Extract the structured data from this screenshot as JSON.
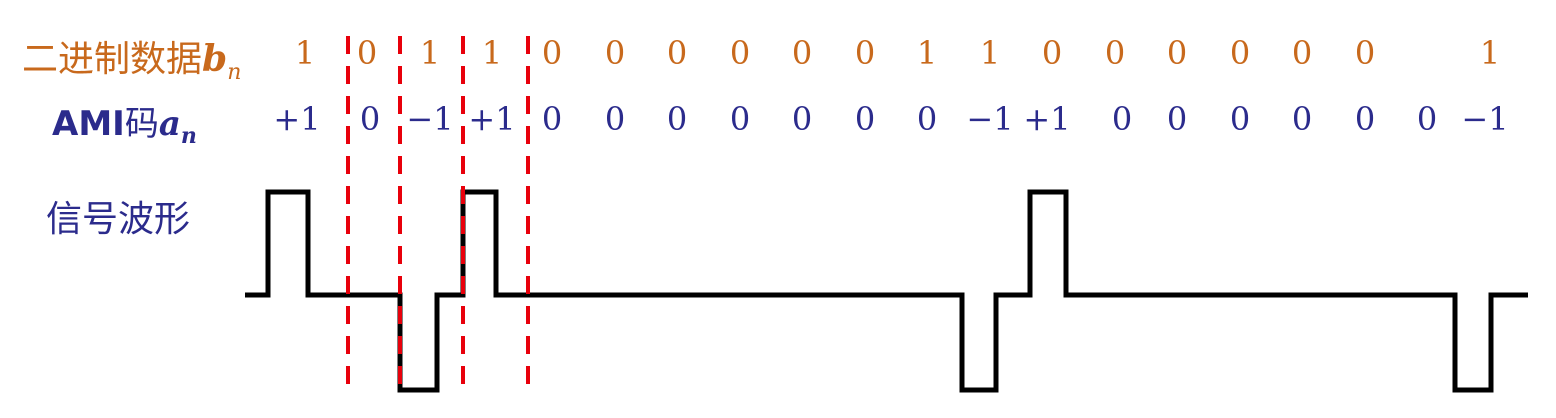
{
  "labels": {
    "binary_prefix": "二进制数据",
    "binary_var": "b",
    "binary_sub": "n",
    "ami_bold": "AMI",
    "ami_suffix": "码",
    "ami_var": "a",
    "ami_sub": "n",
    "signal": "信号波形"
  },
  "bits": [
    "1",
    "0",
    "1",
    "1",
    "0",
    "0",
    "0",
    "0",
    "0",
    "0",
    "1",
    "1",
    "0",
    "0",
    "0",
    "0",
    "0",
    "0",
    "1"
  ],
  "ami": [
    "+1",
    "0",
    "−1",
    "+1",
    "0",
    "0",
    "0",
    "0",
    "0",
    "0",
    "0",
    "−1",
    "+1",
    "0",
    "0",
    "0",
    "0",
    "0",
    "0",
    "−1"
  ],
  "waveform_levels": [
    1,
    0,
    -1,
    1,
    0,
    0,
    0,
    0,
    0,
    0,
    0,
    -1,
    1,
    0,
    0,
    0,
    0,
    0,
    0,
    -1
  ],
  "colors": {
    "binary": "#c8691c",
    "ami": "#2b2b8c",
    "waveform": "#000000",
    "divider": "#e8000b"
  }
}
